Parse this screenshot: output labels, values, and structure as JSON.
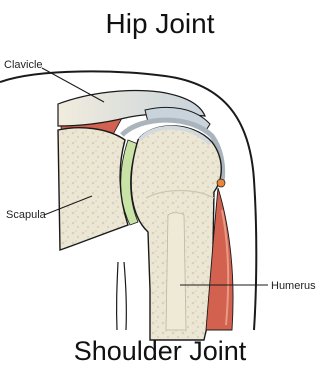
{
  "headings": {
    "top": "Hip Joint",
    "bottom": "Shoulder Joint"
  },
  "labels": {
    "clavicle": "Clavicle",
    "scapula": "Scapula",
    "humerus": "Humerus"
  },
  "colors": {
    "bone": "#ece6d4",
    "bone_spongy": "#ddd6c1",
    "cartilage": "#d3dade",
    "synovial_green": "#c9e3a6",
    "muscle": "#d2624f",
    "muscle_light": "#e89a84",
    "tendon": "#efe2b0",
    "outline": "#1a1a1a"
  }
}
